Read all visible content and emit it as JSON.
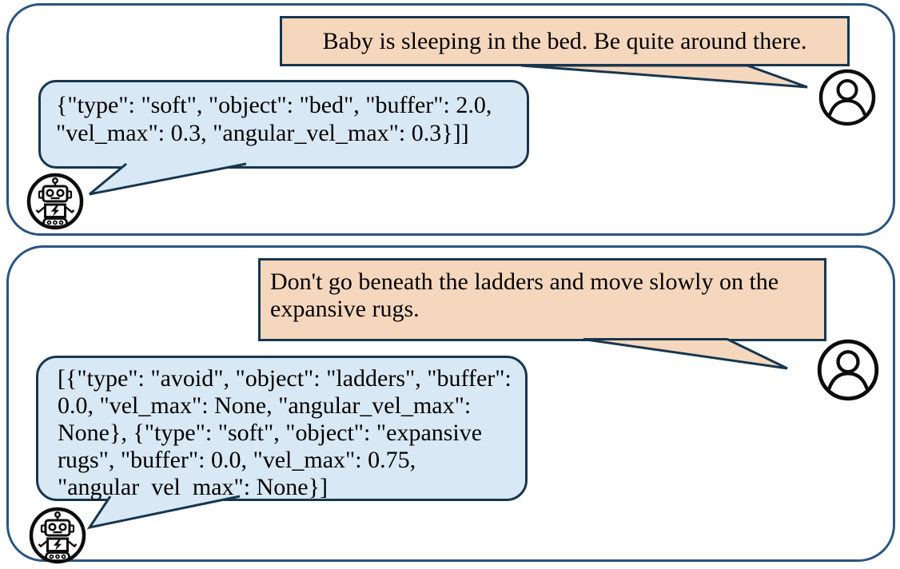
{
  "figure_type": "chat-instruction-to-constraint-figure",
  "colors": {
    "panel_border": "#2a5480",
    "bubble_border": "#17364f",
    "user_bubble_fill": "#f5d7bd",
    "robot_bubble_fill": "#d9e8f5",
    "icon_stroke": "#0d0d0d",
    "background": "#ffffff"
  },
  "icons": {
    "user": "person-icon",
    "robot": "robot-icon"
  },
  "panels": [
    {
      "user_message": {
        "speaker": "user",
        "text": "Baby is sleeping in the bed. Be quite around there.",
        "lines": [
          "Baby is sleeping in the bed. Be quite around there."
        ]
      },
      "robot_message": {
        "speaker": "robot",
        "text": "{\"type\": \"soft\", \"object\": \"bed\", \"buffer\": 2.0, \"vel_max\": 0.3, \"angular_vel_max\": 0.3}]]",
        "lines": [
          "{\"type\": \"soft\", \"object\": \"bed\", \"buffer\": 2.0,",
          "\"vel_max\": 0.3, \"angular_vel_max\": 0.3}]]"
        ]
      }
    },
    {
      "user_message": {
        "speaker": "user",
        "text": "Don't go beneath the ladders and move slowly on the expansive rugs.",
        "lines": [
          "Don't go beneath the ladders and move slowly on the",
          "expansive rugs."
        ]
      },
      "robot_message": {
        "speaker": "robot",
        "text": "[{\"type\": \"avoid\", \"object\": \"ladders\", \"buffer\": 0.0, \"vel_max\": None, \"angular_vel_max\": None}, {\"type\": \"soft\", \"object\": \"expansive rugs\", \"buffer\": 0.0, \"vel_max\": 0.75, \"angular_vel_max\": None}]",
        "lines": [
          "[{\"type\": \"avoid\", \"object\": \"ladders\", \"buffer\":",
          "0.0, \"vel_max\": None, \"angular_vel_max\":",
          "None}, {\"type\": \"soft\", \"object\": \"expansive",
          "rugs\", \"buffer\": 0.0, \"vel_max\": 0.75,",
          "\"angular_vel_max\": None}]"
        ]
      }
    }
  ]
}
